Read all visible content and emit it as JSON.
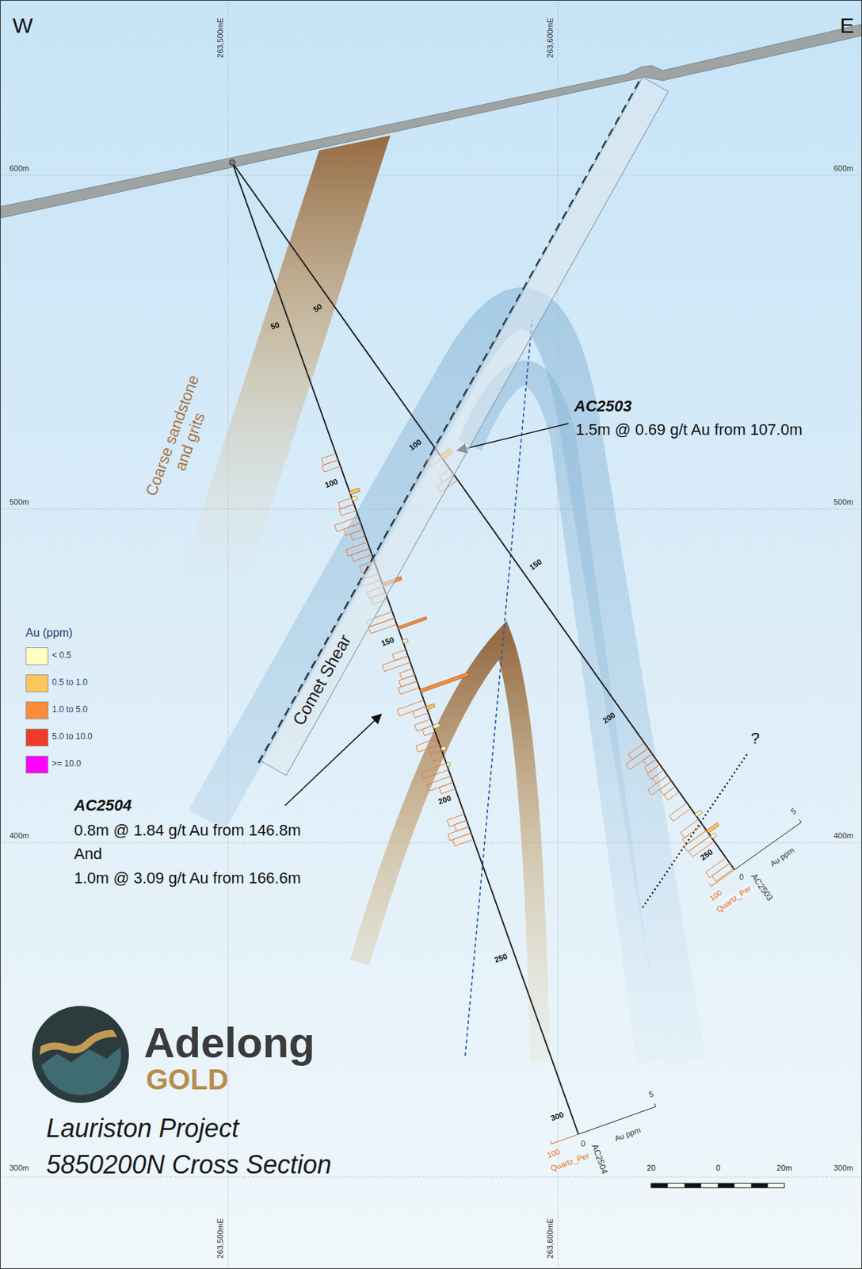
{
  "diagram": {
    "nodes": [
      {
        "text": [
          "Coarse sandstone and grits"
        ]
      },
      {
        "text": [
          "Comet Shear"
        ]
      }
    ],
    "labels": [
      "W",
      "E",
      "263,500mE",
      "263,600mE",
      "600m",
      "600m",
      "500m",
      "500m",
      "400m",
      "400m",
      "300m",
      "300m",
      "263,500mE",
      "263,600mE",
      "50",
      "100",
      "150",
      "200",
      "250",
      "300",
      "50",
      "100",
      "150",
      "200",
      "250",
      "AC2503",
      "1.5m @ 0.69 g/t Au from 107.0m",
      "AC2504",
      "0.8m @ 1.84 g/t Au from 146.8m",
      "And",
      "1.0m @ 3.09 g/t Au from 166.6m",
      "?",
      "5",
      "Au ppm",
      "0",
      "100",
      "Quartz_Per",
      "AC2504",
      "5",
      "Au ppm",
      "0",
      "100",
      "Quartz_Per",
      "AC2503",
      "Adelong",
      "GOLD",
      "Lauriston Project",
      "5850200N Cross Section",
      "20",
      "0",
      "20m",
      "Au (ppm)"
    ],
    "legend": [
      {
        "text": "< 0.5",
        "color": "#ffffc0"
      },
      {
        "text": "0.5 to 1.0",
        "color": "#fcc65a"
      },
      {
        "text": "1.0 to 5.0",
        "color": "#fb8c3c"
      },
      {
        "text": "5.0 to 10.0",
        "color": "#ee3b2b"
      },
      {
        "text": ">= 10.0",
        "color": "#ff00ff"
      }
    ]
  }
}
